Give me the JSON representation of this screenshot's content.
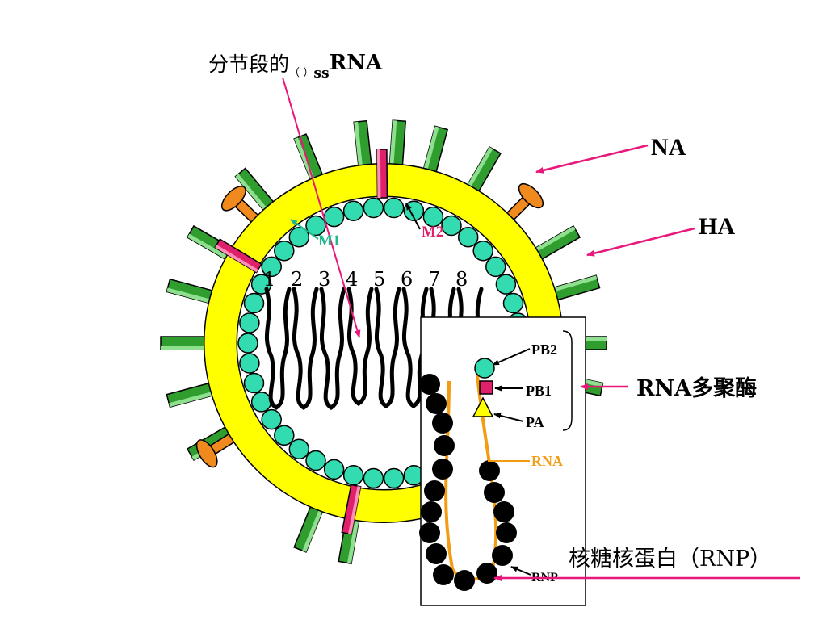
{
  "slide": {
    "labels": {
      "segmented_rna_main": "分节段的",
      "segmented_rna_sign": "（-）",
      "segmented_rna_ss": "ss",
      "segmented_rna_rna": "RNA",
      "na": "NA",
      "ha": "HA",
      "m1": "M1",
      "m2": "M2",
      "rna_polymerase": "RNA多聚酶",
      "rnp": "核糖核蛋白（RNP）"
    },
    "segments": [
      "1",
      "2",
      "3",
      "4",
      "5",
      "6",
      "7",
      "8"
    ],
    "inset": {
      "pb2": "PB2",
      "pb1": "PB1",
      "pa": "PA",
      "rna": "RNA",
      "rnp": "RNP"
    },
    "colors": {
      "envelope": "#ffff00",
      "m1_bead": "#33dbb0",
      "spike_green": "#2f9e2f",
      "spike_orange": "#f08a1e",
      "m2_magenta": "#e0206a",
      "arrow_magenta": "#e8177a",
      "rna_orange": "#f39c12"
    }
  }
}
